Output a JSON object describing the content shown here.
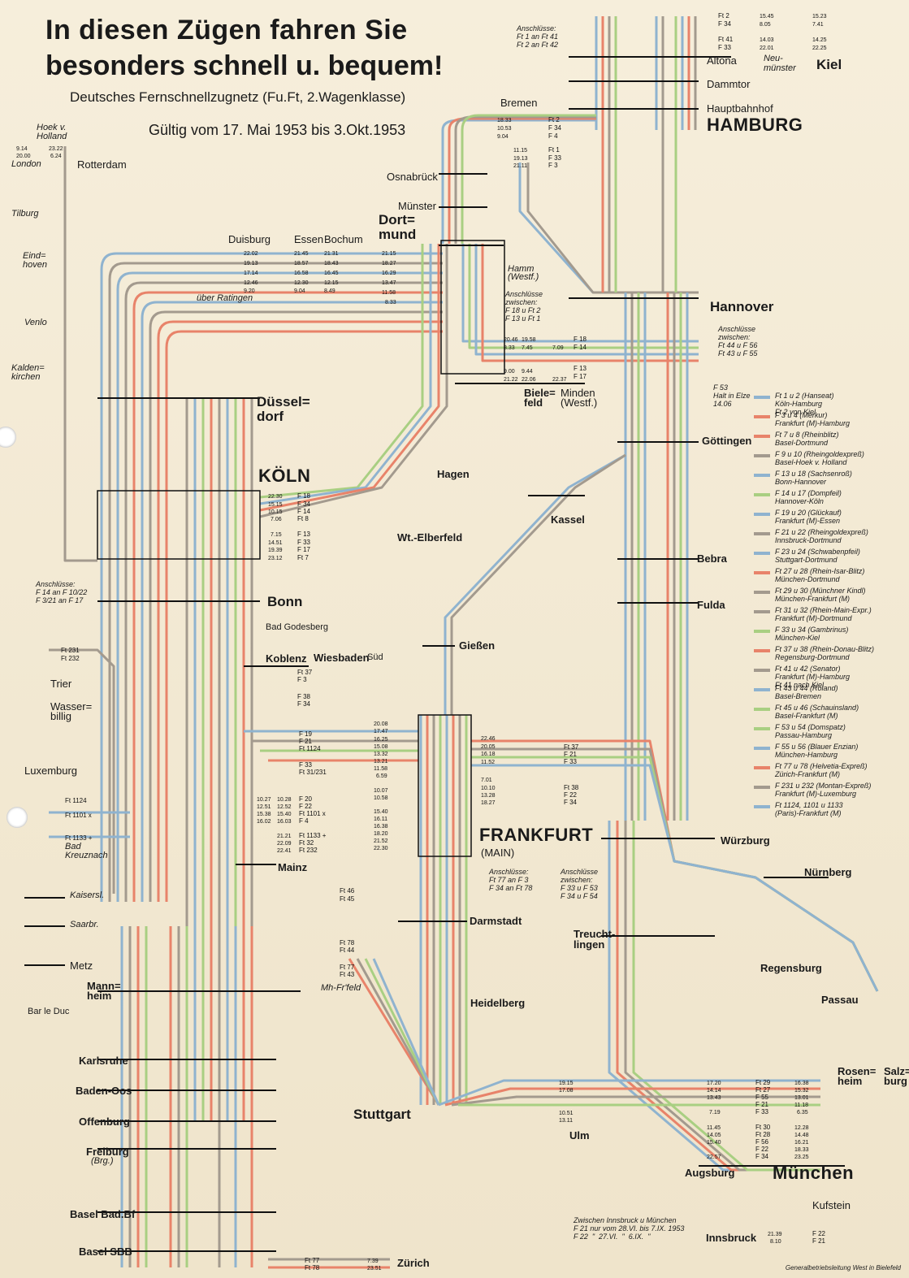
{
  "header": {
    "title_line1": "In diesen Zügen fahren Sie",
    "title_line2": "besonders schnell u. bequem!",
    "subtitle": "Deutsches Fernschnellzugnetz (Fu.Ft, 2.Wagenklasse)",
    "validity": "Gültig vom 17. Mai 1953 bis 3.Okt.1953"
  },
  "colors": {
    "blue": "#8fb3cf",
    "orange": "#e8836a",
    "gray": "#a39a8e",
    "green": "#a9cf82"
  },
  "cities": {
    "hamburg": "HAMBURG",
    "hamburg_hbf": "Hauptbahnhof",
    "altona": "Altona",
    "dammtor": "Dammtor",
    "kiel": "Kiel",
    "neumuenster": "Neu-\nmünster",
    "bremen": "Bremen",
    "osnabrueck": "Osnabrück",
    "muenster": "Münster",
    "dortmund": "Dort=\nmund",
    "hamm": "Hamm\n(Westf.)",
    "hannover": "Hannover",
    "bielefeld": "Biele=\nfeld",
    "minden": "Minden\n(Westf.)",
    "goettingen": "Göttingen",
    "kassel": "Kassel",
    "bebra": "Bebra",
    "fulda": "Fulda",
    "giessen": "Gießen",
    "duisburg": "Duisburg",
    "essen": "Essen",
    "bochum": "Bochum",
    "duesseldorf": "Düssel=\ndorf",
    "hagen": "Hagen",
    "wuppertal": "Wt.-Elberfeld",
    "koeln": "KÖLN",
    "bonn": "Bonn",
    "godesberg": "Bad Godesberg",
    "koblenz": "Koblenz",
    "wiesbaden": "Wiesbaden",
    "wiesbaden_sued": "Süd",
    "mainz": "Mainz",
    "frankfurt": "FRANKFURT",
    "frankfurt_sub": "(MAIN)",
    "darmstadt": "Darmstadt",
    "wuerzburg": "Würzburg",
    "nuernberg": "Nürnberg",
    "regensburg": "Regensburg",
    "passau": "Passau",
    "treuchtlingen": "Treucht-\nlingen",
    "augsburg": "Augsburg",
    "muenchen": "München",
    "rosenheim": "Rosen=\nheim",
    "salzburg": "Salz=\nburg",
    "kufstein": "Kufstein",
    "innsbruck": "Innsbruck",
    "ulm": "Ulm",
    "stuttgart": "Stuttgart",
    "heidelberg": "Heidelberg",
    "mannheim": "Mann=\nheim",
    "mh_friedr": "Mh-Fr'feld",
    "karlsruhe": "Karlsruhe",
    "baden_oos": "Baden-Oos",
    "offenburg": "Offenburg",
    "freiburg": "Freiburg",
    "freiburg_sub": "(Brg.)",
    "basel_bad": "Basel Bad.Bf",
    "basel_sbb": "Basel SBB",
    "zuerich": "Zürich",
    "hoek": "Hoek v.\nHolland",
    "london": "London",
    "rotterdam": "Rotterdam",
    "tilburg": "Tilburg",
    "eindhoven": "Eind=\nhoven",
    "venlo": "Venlo",
    "kaldenkirchen": "Kalden=\nkirchen",
    "trier": "Trier",
    "wasserbillig": "Wasser=\nbillig",
    "luxemburg": "Luxemburg",
    "bad_kreuznach": "Bad\nKreuznach",
    "kaiserslautern": "Kaisersl.",
    "saarbruecken": "Saarbr.",
    "metz": "Metz",
    "bar_le_duc": "Bar le Duc",
    "ratingen": "über Ratingen"
  },
  "notes": {
    "hamburg_conn": "Anschlüsse:\nFt 1 an Ft 41\nFt 2 an Ft 42",
    "hamm_conn": "Anschlüsse\nzwischen:\nF 18 u Ft 2\nF 13 u Ft 1",
    "hannover_conn": "Anschlüsse\nzwischen:\nFt 44 u F 56\nFt 43 u F 55",
    "f53_note": "F 53\nHalt in Elze\n14.06",
    "koeln_conn": "Anschlüsse:\nF 14 an F 10/22\nF 3/21 an F 17",
    "frankfurt_conn1": "Anschlüsse:\nFt 77 an F 3\nF 34 an Ft 78",
    "frankfurt_conn2": "Anschlüsse\nzwischen:\nF 33 u F 53\nF 34 u F 54",
    "innsbruck_note": "Zwischen Innsbruck u München\nF 21 nur vom 28.VI. bis 7.IX. 1953\nF 22  \"  27.VI.  \"  6.IX.  \""
  },
  "legend": [
    {
      "color": "blue",
      "text": "Ft 1 u 2 (Hanseat)\nKöln-Hamburg\nFt 2 von Kiel"
    },
    {
      "color": "orange",
      "text": "F 3 u 4 (Merkur)\nFrankfurt (M)-Hamburg"
    },
    {
      "color": "orange",
      "text": "Ft 7 u 8 (Rheinblitz)\nBasel-Dortmund"
    },
    {
      "color": "gray",
      "text": "F 9 u 10 (Rheingoldexpreß)\nBasel-Hoek v. Holland"
    },
    {
      "color": "blue",
      "text": "F 13 u 18 (Sachsenroß)\nBonn-Hannover"
    },
    {
      "color": "green",
      "text": "F 14 u 17 (Dompfeil)\nHannover-Köln"
    },
    {
      "color": "blue",
      "text": "F 19 u 20 (Glückauf)\nFrankfurt (M)-Essen"
    },
    {
      "color": "gray",
      "text": "F 21 u 22 (Rheingoldexpreß)\nInnsbruck-Dortmund"
    },
    {
      "color": "blue",
      "text": "F 23 u 24 (Schwabenpfeil)\nStuttgart-Dortmund"
    },
    {
      "color": "orange",
      "text": "Ft 27 u 28 (Rhein-Isar-Blitz)\nMünchen-Dortmund"
    },
    {
      "color": "gray",
      "text": "Ft 29 u 30 (Münchner Kindl)\nMünchen-Frankfurt (M)"
    },
    {
      "color": "gray",
      "text": "Ft 31 u 32 (Rhein-Main-Expr.)\nFrankfurt (M)-Dortmund"
    },
    {
      "color": "green",
      "text": "F 33 u 34 (Gambrinus)\nMünchen-Kiel"
    },
    {
      "color": "orange",
      "text": "Ft 37 u 38 (Rhein-Donau-Blitz)\nRegensburg-Dortmund"
    },
    {
      "color": "gray",
      "text": "Ft 41 u 42 (Senator)\nFrankfurt (M)-Hamburg\nFt 41 nach Kiel"
    },
    {
      "color": "blue",
      "text": "Ft 43 u 44 (Roland)\nBasel-Bremen"
    },
    {
      "color": "green",
      "text": "Ft 45 u 46 (Schauinsland)\nBasel-Frankfurt (M)"
    },
    {
      "color": "green",
      "text": "F 53 u 54 (Domspatz)\nPassau-Hamburg"
    },
    {
      "color": "blue",
      "text": "F 55 u 56 (Blauer Enzian)\nMünchen-Hamburg"
    },
    {
      "color": "orange",
      "text": "Ft 77 u 78 (Helvetia-Expreß)\nZürich-Frankfurt (M)"
    },
    {
      "color": "gray",
      "text": "F 231 u 232 (Montan-Expreß)\nFrankfurt (M)-Luxemburg"
    },
    {
      "color": "blue",
      "text": "Ft 1124, 1101 u 1133\n(Paris)-Frankfurt (M)"
    }
  ],
  "train_labels": [
    {
      "t": "Ft 2",
      "k": "a"
    },
    {
      "t": "F 34",
      "k": "b"
    },
    {
      "t": "Ft 41",
      "k": "c"
    },
    {
      "t": "F 33",
      "k": "d"
    },
    {
      "t": "Ft 2",
      "k": "e"
    },
    {
      "t": "F 34",
      "k": "f"
    },
    {
      "t": "F 4",
      "k": "g"
    },
    {
      "t": "Ft 1",
      "k": "h"
    },
    {
      "t": "F 33",
      "k": "i"
    },
    {
      "t": "F 3",
      "k": "j"
    },
    {
      "t": "F 18",
      "k": "k"
    },
    {
      "t": "F 14",
      "k": "l"
    },
    {
      "t": "F 13",
      "k": "m"
    },
    {
      "t": "F 17",
      "k": "n"
    },
    {
      "t": "F 18",
      "k": "o"
    },
    {
      "t": "F 34",
      "k": "p"
    },
    {
      "t": "F 14",
      "k": "q"
    },
    {
      "t": "Ft 8",
      "k": "r"
    },
    {
      "t": "F 13",
      "k": "s"
    },
    {
      "t": "F 33",
      "k": "t"
    },
    {
      "t": "F 17",
      "k": "u"
    },
    {
      "t": "Ft 7",
      "k": "v"
    },
    {
      "t": "Ft 37",
      "k": "w"
    },
    {
      "t": "F 3",
      "k": "x"
    },
    {
      "t": "F 38",
      "k": "y"
    },
    {
      "t": "F 34",
      "k": "z"
    },
    {
      "t": "F 19",
      "k": "aa"
    },
    {
      "t": "F 21",
      "k": "ab"
    },
    {
      "t": "Ft 1124",
      "k": "ac"
    },
    {
      "t": "F 33",
      "k": "ad"
    },
    {
      "t": "Ft 31/231",
      "k": "ae"
    },
    {
      "t": "F 20",
      "k": "af"
    },
    {
      "t": "F 22",
      "k": "ag"
    },
    {
      "t": "Ft 1101 x",
      "k": "ah"
    },
    {
      "t": "F 4",
      "k": "ai"
    },
    {
      "t": "Ft 1133 +",
      "k": "aj"
    },
    {
      "t": "Ft 32",
      "k": "ak"
    },
    {
      "t": "Ft 232",
      "k": "al"
    },
    {
      "t": "Ft 37",
      "k": "am"
    },
    {
      "t": "F 21",
      "k": "an"
    },
    {
      "t": "F 33",
      "k": "ao"
    },
    {
      "t": "Ft 38",
      "k": "ap"
    },
    {
      "t": "F 22",
      "k": "aq"
    },
    {
      "t": "F 34",
      "k": "ar"
    },
    {
      "t": "Ft 46",
      "k": "as"
    },
    {
      "t": "Ft 45",
      "k": "at"
    },
    {
      "t": "Ft 78",
      "k": "au"
    },
    {
      "t": "Ft 44",
      "k": "av"
    },
    {
      "t": "Ft 77",
      "k": "aw"
    },
    {
      "t": "Ft 43",
      "k": "ax"
    },
    {
      "t": "Ft 29",
      "k": "ay"
    },
    {
      "t": "Ft 27",
      "k": "az"
    },
    {
      "t": "F 55",
      "k": "ba"
    },
    {
      "t": "F 21",
      "k": "bb"
    },
    {
      "t": "F 33",
      "k": "bc"
    },
    {
      "t": "Ft 30",
      "k": "bd"
    },
    {
      "t": "Ft 28",
      "k": "be"
    },
    {
      "t": "F 56",
      "k": "bf"
    },
    {
      "t": "F 22",
      "k": "bg"
    },
    {
      "t": "F 34",
      "k": "bh"
    },
    {
      "t": "F 22",
      "k": "bi"
    },
    {
      "t": "F 21",
      "k": "bj"
    },
    {
      "t": "Ft 77",
      "k": "bk"
    },
    {
      "t": "Ft 78",
      "k": "bl"
    },
    {
      "t": "Ft 231",
      "k": "bm"
    },
    {
      "t": "Ft 232",
      "k": "bn"
    },
    {
      "t": "Ft 1124",
      "k": "bo"
    },
    {
      "t": "Ft 1101 x",
      "k": "bp"
    },
    {
      "t": "Ft 1133 +",
      "k": "bq"
    }
  ],
  "times": {
    "kiel_1": "15.23",
    "kiel_2": "7.41",
    "kiel_3": "14.25",
    "kiel_4": "22.25",
    "nm_1": "15.45",
    "nm_2": "8.05",
    "nm_3": "14.03",
    "nm_4": "22.01",
    "brm_1": "18.33",
    "brm_2": "10.53",
    "brm_3": "9.04",
    "brm_4": "11.15",
    "brm_5": "19.13",
    "brm_6": "21.11",
    "ham_1": "20.46",
    "ham_2": "8.33",
    "ham_3": "19.58",
    "ham_4": "7.45",
    "ham_5": "9.00",
    "ham_6": "21.22",
    "ham_7": "9.44",
    "ham_8": "22.06",
    "ham_9": "7.09",
    "ham_10": "22.37",
    "dui_1": "22.02",
    "dui_2": "19.13",
    "dui_3": "17.14",
    "dui_4": "12.46",
    "dui_5": "9.20",
    "ess_1": "21.45",
    "ess_2": "18.57",
    "ess_3": "16.58",
    "ess_4": "12.30",
    "ess_5": "9.04",
    "boc_1": "21.31",
    "boc_2": "18.43",
    "boc_3": "16.45",
    "boc_4": "12.15",
    "boc_5": "8.49",
    "dor_1": "21.15",
    "dor_2": "18.27",
    "dor_3": "16.29",
    "dor_4": "13.47",
    "dor_5": "11.58",
    "dor_6": "8.33",
    "ko_1": "22.30",
    "ko_2": "15.15",
    "ko_3": "10.15",
    "ko_4": "7.06",
    "ko_5": "7.15",
    "ko_6": "14.51",
    "ko_7": "19.39",
    "ko_8": "23.12",
    "ffm_1": "20.08",
    "ffm_2": "17.47",
    "ffm_3": "16.25",
    "ffm_4": "15.08",
    "ffm_5": "13.32",
    "ffm_6": "13.21",
    "ffm_7": "11.58",
    "ffm_8": "6.59",
    "ffm_9": "10.07",
    "ffm_10": "10.58",
    "ffm_11": "15.40",
    "ffm_12": "16.11",
    "ffm_13": "16.38",
    "ffm_14": "18.20",
    "ffm_15": "21.52",
    "ffm_16": "22.30",
    "ffm_r1": "22.46",
    "ffm_r2": "20.05",
    "ffm_r3": "16.18",
    "ffm_r4": "11.52",
    "ffm_r5": "7.01",
    "ffm_r6": "10.10",
    "ffm_r7": "13.28",
    "ffm_r8": "18.27",
    "mz_1": "21.21",
    "mz_2": "22.09",
    "mz_3": "22.41",
    "mz_4": "10.27",
    "mz_5": "12.51",
    "mz_6": "15.38",
    "mz_7": "16.02",
    "mz_8": "10.28",
    "mz_9": "12.52",
    "mz_10": "15.40",
    "mz_11": "16.03",
    "mun_1": "17.20",
    "mun_2": "14.14",
    "mun_3": "13.43",
    "mun_4": "7.19",
    "mun_5": "11.45",
    "mun_6": "14.05",
    "mun_7": "15.40",
    "mun_8": "22.57",
    "mun_9": "16.38",
    "mun_10": "15.32",
    "mun_11": "13.01",
    "mun_12": "11.18",
    "mun_13": "6.35",
    "mun_14": "12.28",
    "mun_15": "14.48",
    "mun_16": "16.21",
    "mun_17": "18.33",
    "mun_18": "23.25",
    "ibk_1": "21.39",
    "ibk_2": "8.10",
    "zur_1": "7.39",
    "zur_2": "23.51",
    "stg_1": "19.15",
    "stg_2": "17.08",
    "stg_3": "10.51",
    "stg_4": "13.11",
    "lon_1": "9.14",
    "lon_2": "20.00",
    "lon_3": "23.22",
    "lon_4": "6.24"
  },
  "footer": "Generalbetriebsleitung West in Bielefeld"
}
